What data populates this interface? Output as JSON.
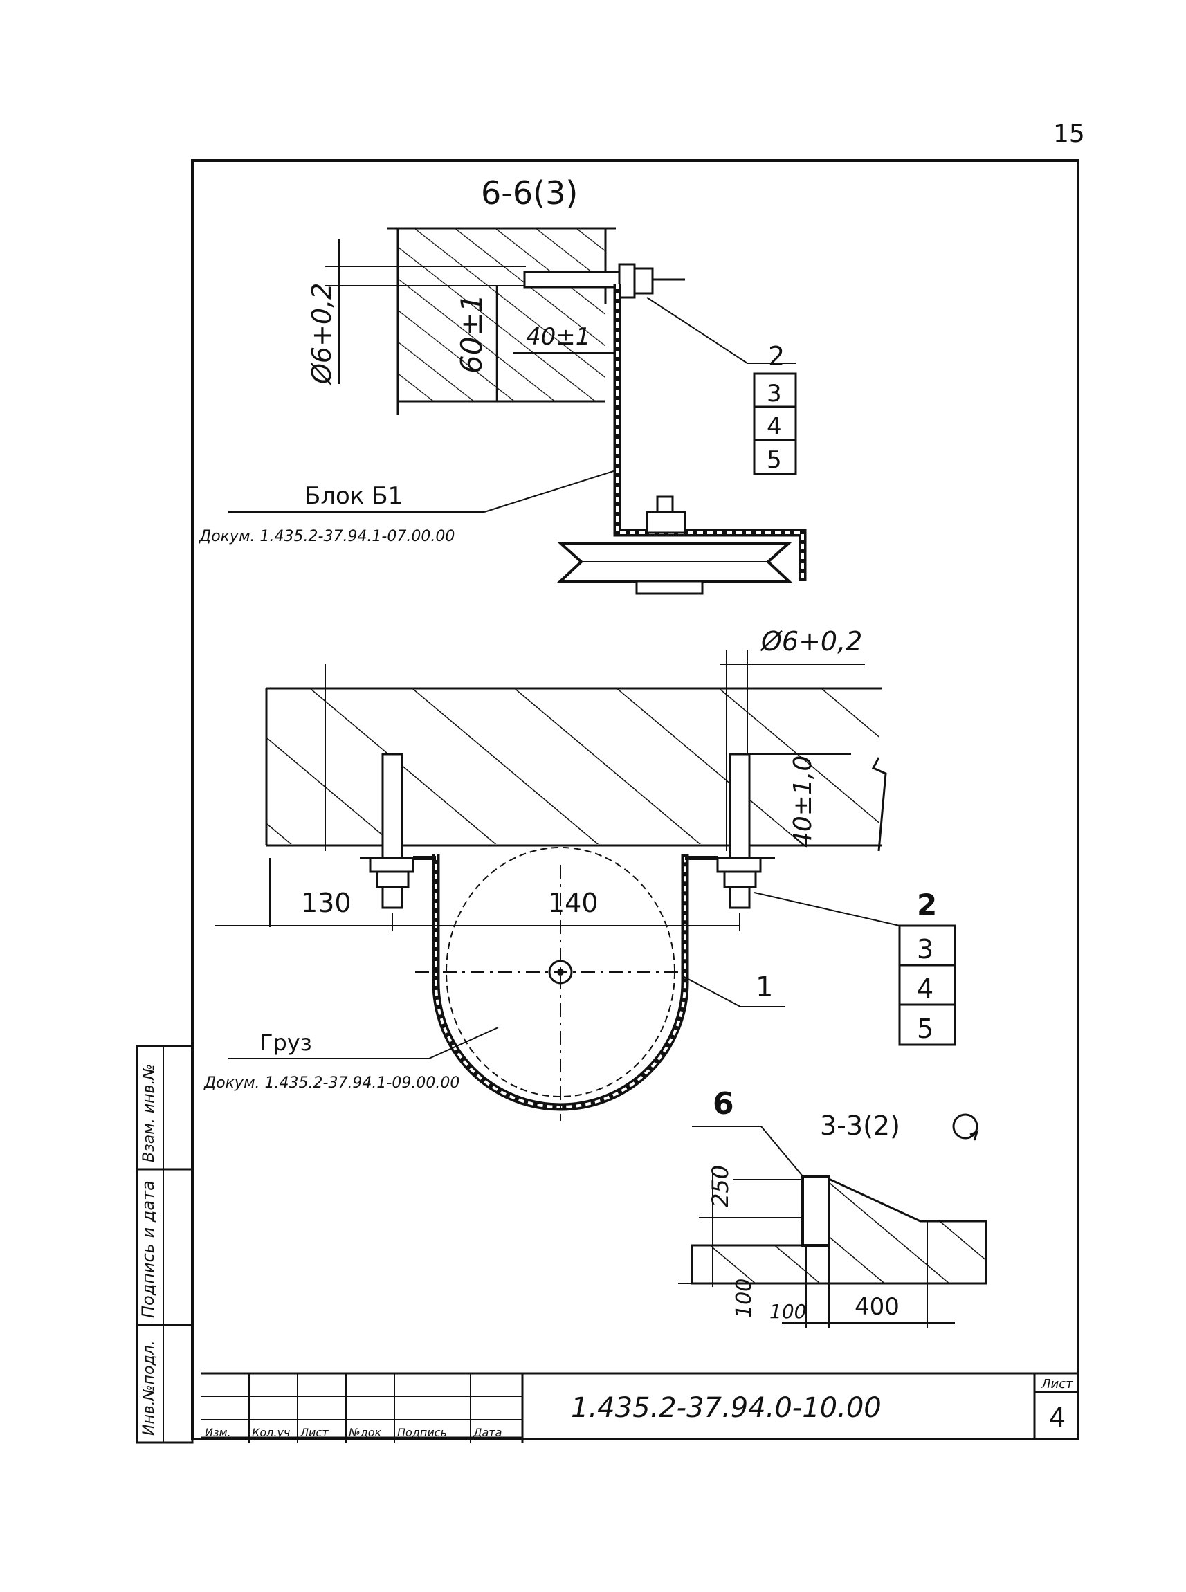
{
  "page_number": "15",
  "section_top": {
    "title": "6-6(3)",
    "dim_diameter": "Ø6+0,2",
    "dim_depth": "60±1",
    "dim_embed": "40±1",
    "callout_numbers": [
      "2",
      "3",
      "4",
      "5"
    ],
    "block_label": "Блок Б1",
    "block_doc": "Докум. 1.435.2-37.94.1-07.00.00"
  },
  "section_middle": {
    "dim_diameter": "Ø6+0,2",
    "dim_embed": "40±1,0",
    "dim_left": "130",
    "dim_width": "140",
    "callout_numbers": [
      "2",
      "3",
      "4",
      "5"
    ],
    "item_label": "1",
    "weight_label": "Груз",
    "weight_doc": "Докум. 1.435.2-37.94.1-09.00.00"
  },
  "section_bottom": {
    "item_label": "6",
    "title": "3-3(2)",
    "dim_height": "250",
    "dim_vertical_small": "100",
    "dim_horizontal_small": "100",
    "dim_length": "400"
  },
  "side_stamp": [
    "Инв.№подл.",
    "Подпись и дата",
    "Взам. инв.№"
  ],
  "title_block": {
    "column_headers": [
      "Изм.",
      "Кол.уч",
      "Лист",
      "№док",
      "Подпись",
      "Дата"
    ],
    "doc_number": "1.435.2-37.94.0-10.00",
    "sheet_label": "Лист",
    "sheet_number": "4"
  }
}
